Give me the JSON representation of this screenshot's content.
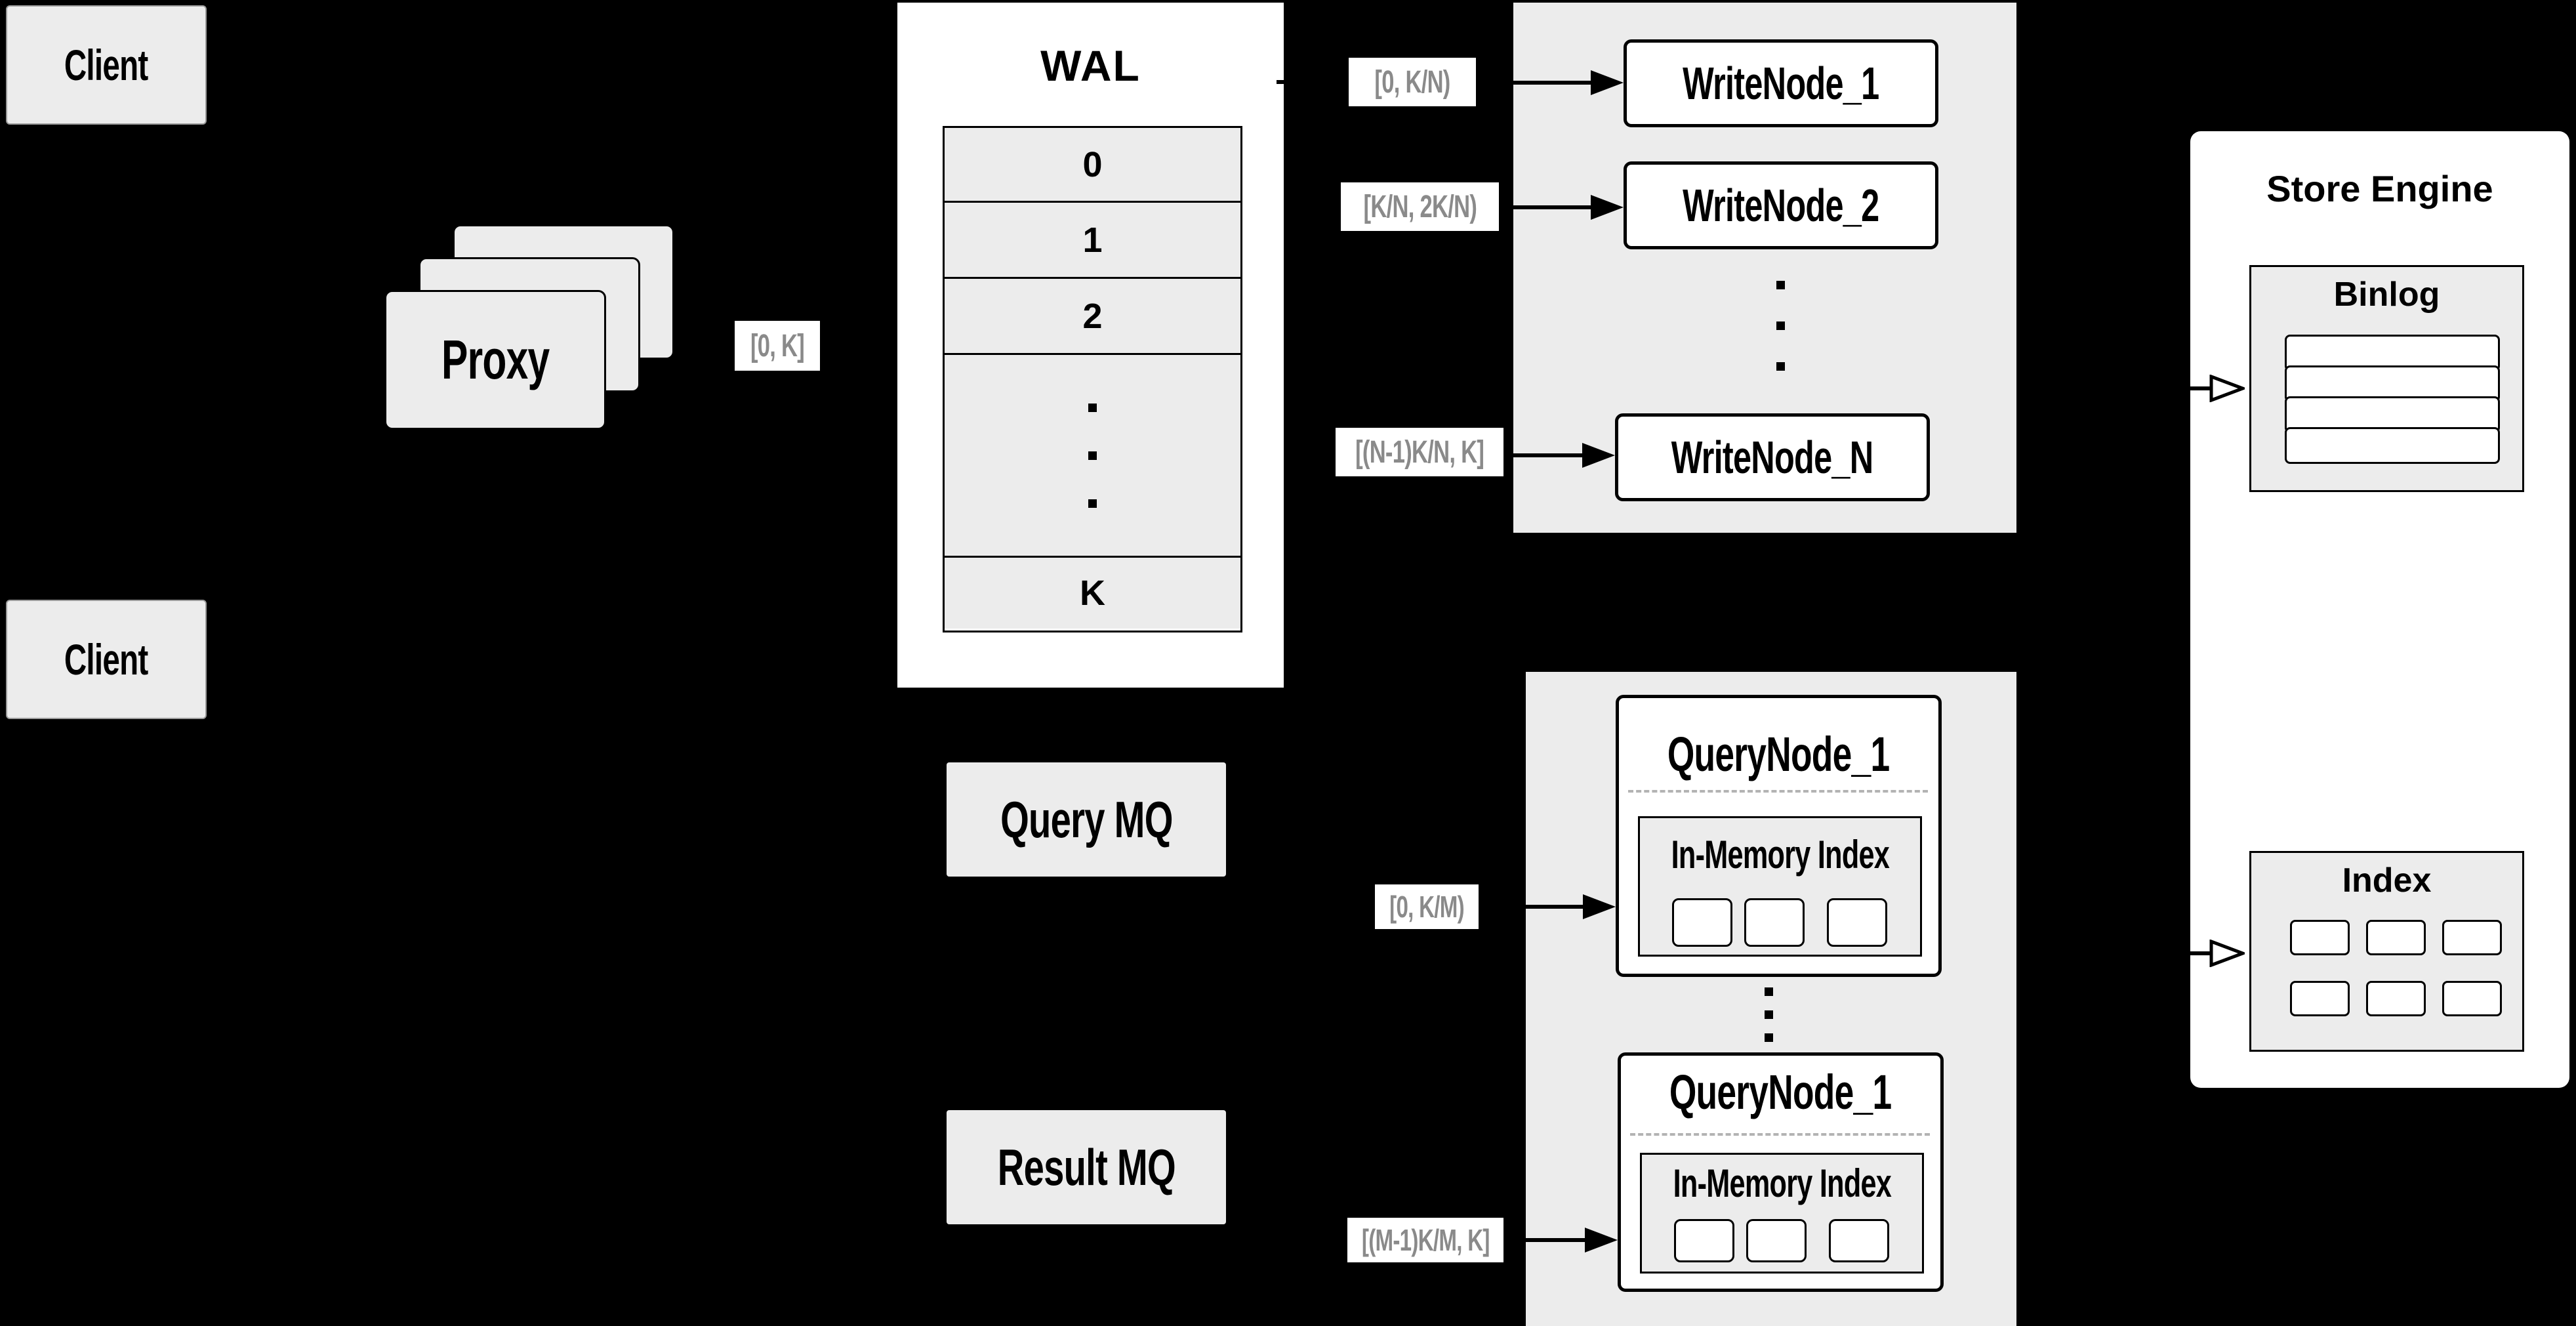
{
  "colors": {
    "background": "#000000",
    "panel_gray": "#ececec",
    "panel_white": "#ffffff",
    "border_black": "#000000",
    "range_label_text": "#8a8a8a",
    "dashed_separator": "#b3b3b3"
  },
  "clients": {
    "label": "Client"
  },
  "proxy": {
    "label": "Proxy",
    "range_label": "[0, K]"
  },
  "wal": {
    "title": "WAL",
    "rows": [
      "0",
      "1",
      "2",
      "K"
    ]
  },
  "write_path": {
    "range_labels": [
      "[0,  K/N)",
      "[K/N, 2K/N)",
      "[(N-1)K/N,  K]"
    ],
    "nodes": [
      "WriteNode_1",
      "WriteNode_2",
      "WriteNode_N"
    ]
  },
  "query_path": {
    "query_mq": "Query MQ",
    "result_mq": "Result MQ",
    "range_labels": [
      "[0, K/M)",
      "[(M-1)K/M, K]"
    ],
    "node_title": "QueryNode_1",
    "in_memory_index": "In-Memory Index"
  },
  "store_engine": {
    "title": "Store Engine",
    "binlog": "Binlog",
    "index": "Index"
  }
}
